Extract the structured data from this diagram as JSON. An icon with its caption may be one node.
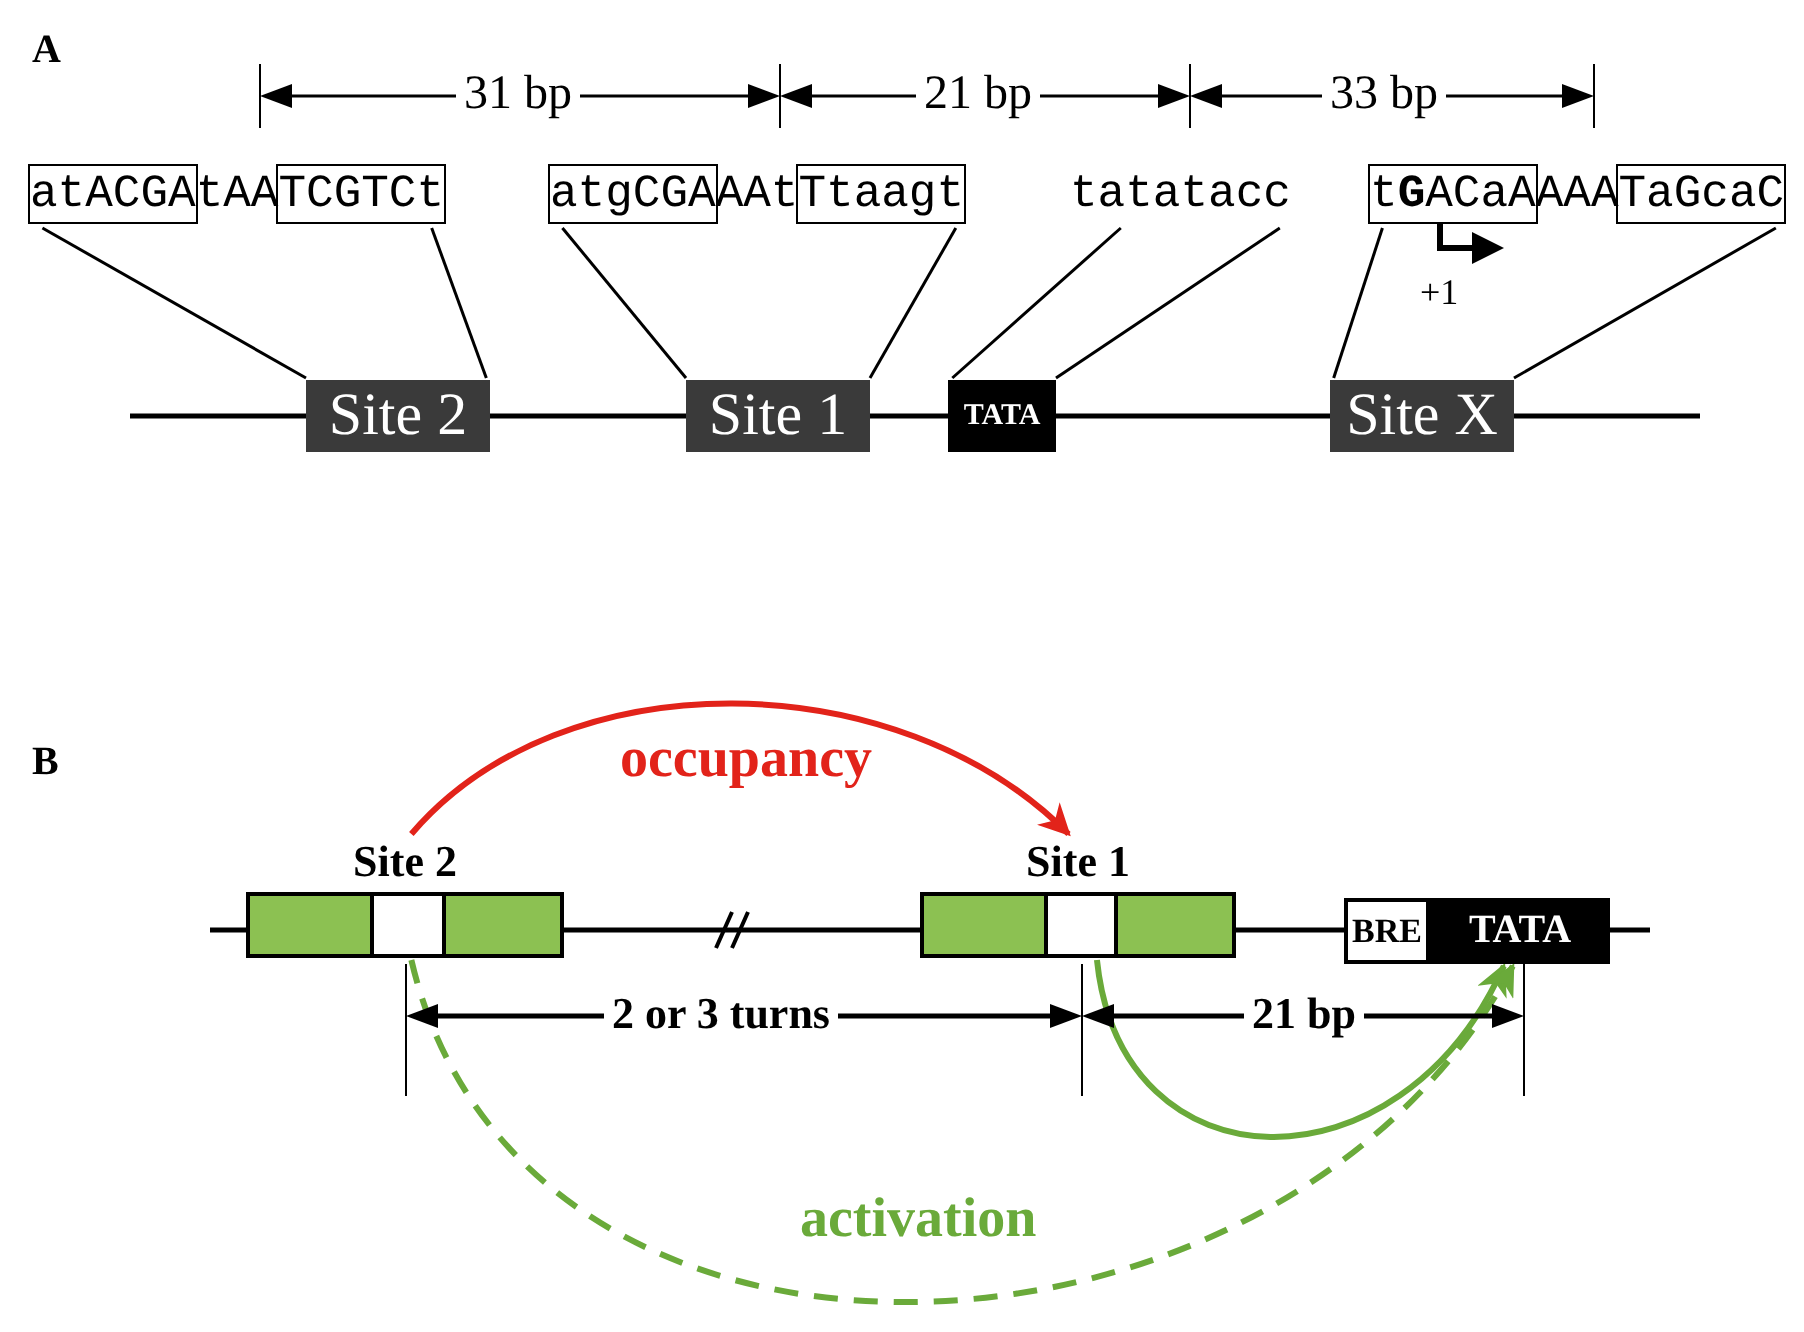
{
  "diagram": {
    "nodes": [
      {
        "text": [
          "atACGAtAATCGTCt"
        ]
      },
      {
        "text": [
          "atgCGAAAtTtaagt"
        ]
      },
      {
        "text": [
          "tatatacc"
        ]
      },
      {
        "text": [
          "t**G**ACaAAAATaGcaC"
        ]
      },
      {
        "text": [
          "Site 2"
        ]
      },
      {
        "text": [
          "Site 1"
        ]
      },
      {
        "text": [
          "TATA"
        ]
      },
      {
        "text": [
          "Site X"
        ]
      },
      {
        "text": [
          "Site 2"
        ]
      },
      {
        "text": [
          "Site 1"
        ]
      },
      {
        "text": [
          "BRE"
        ]
      },
      {
        "text": [
          "TATA"
        ]
      }
    ],
    "edges": [
      {
        "from": 0,
        "to": 4,
        "arrow": "none"
      },
      {
        "from": 0,
        "to": 4,
        "arrow": "none"
      },
      {
        "from": 1,
        "to": 5,
        "arrow": "none"
      },
      {
        "from": 1,
        "to": 5,
        "arrow": "none"
      },
      {
        "from": 2,
        "to": 6,
        "arrow": "none"
      },
      {
        "from": 2,
        "to": 6,
        "arrow": "none"
      },
      {
        "from": 3,
        "to": 7,
        "arrow": "none"
      },
      {
        "from": 3,
        "to": 7,
        "arrow": "none"
      },
      {
        "from": 8,
        "to": 9,
        "arrow": "to",
        "label": "occupancy",
        "style": "thick",
        "color": "#e2231a"
      },
      {
        "from": 9,
        "to": 11,
        "arrow": "to",
        "style": "thick",
        "color": "#6aaa3a"
      },
      {
        "from": 8,
        "to": 11,
        "arrow": "to",
        "label": "activation",
        "style": "dashed",
        "color": "#6aaa3a"
      }
    ],
    "labels": [
      "A",
      "31 bp",
      "21 bp",
      "33 bp",
      "+1",
      "B",
      "2 or 3 turns",
      "21 bp"
    ]
  }
}
